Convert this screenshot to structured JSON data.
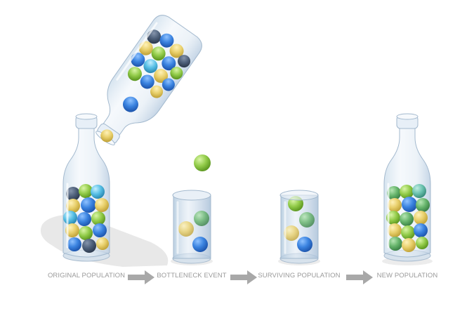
{
  "stages": [
    {
      "id": "original",
      "label": "ORIGINAL POPULATION"
    },
    {
      "id": "bottleneck",
      "label": "BOTTLENECK EVENT"
    },
    {
      "id": "surviving",
      "label": "SURVIVING POPULATION"
    },
    {
      "id": "new",
      "label": "NEW POPULATION"
    }
  ],
  "colors": {
    "text": "#9a9a9a",
    "arrow": "#a8a8a8",
    "glass": "#dfe9f2",
    "glass_edge": "#9fb6cc",
    "ball_blue": "#3a83e0",
    "ball_yellow": "#e8cf6a",
    "ball_green": "#93cc4a",
    "ball_dark_green": "#67b56c",
    "ball_cyan": "#57bfe5",
    "ball_navy": "#4e607a",
    "ball_teal": "#6cc3b0",
    "shadow": "#e6e6e6"
  },
  "icons": [
    "right-arrow-icon"
  ]
}
